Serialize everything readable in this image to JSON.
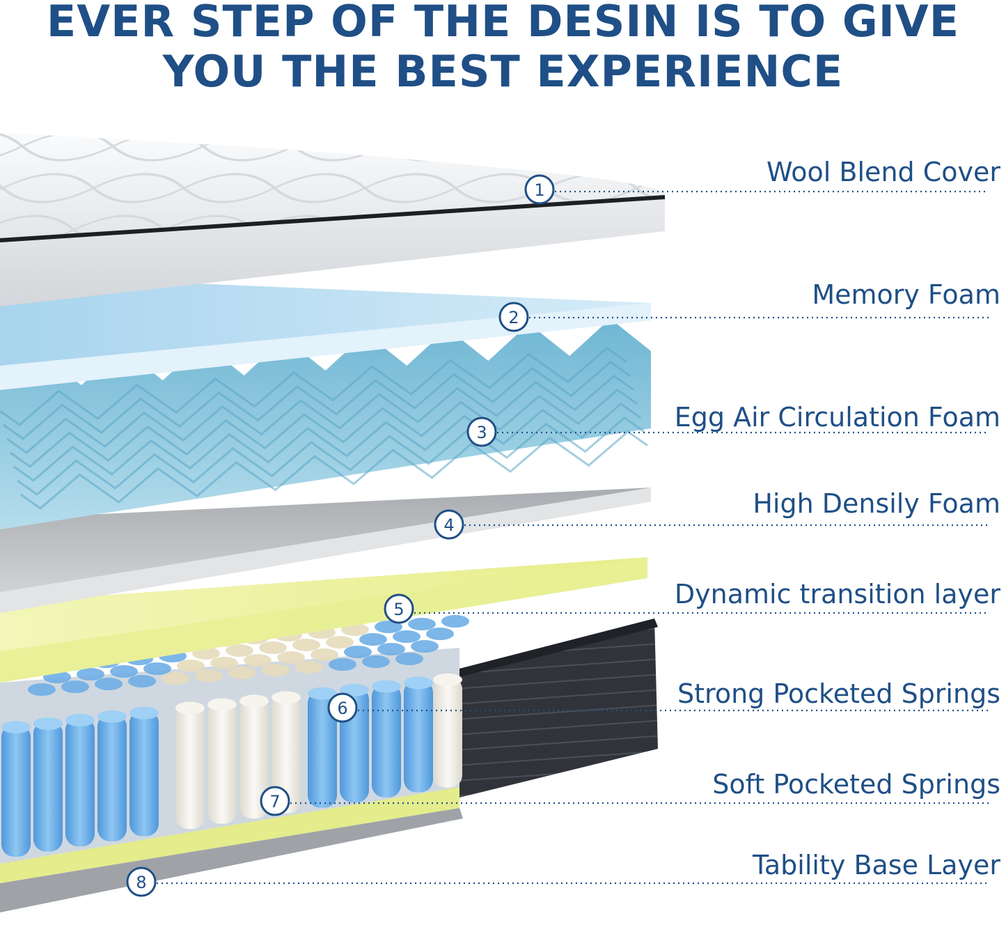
{
  "headline": {
    "line1": "EVER STEP OF THE DESIN IS TO GIVE",
    "line2": "YOU THE BEST EXPERIENCE"
  },
  "colors": {
    "headline": "#1f4f86",
    "label": "#1f4f86",
    "cover": "#eef0f2",
    "memory_foam": "#bfe0f2",
    "egg_foam": "#8ecbe0",
    "high_density": "#c7c9cc",
    "transition": "#eef3a0",
    "spring_blue": "#6aaee8",
    "spring_white": "#f3f1ea",
    "side_panel": "#2f3338",
    "base": "#b9bcc0"
  },
  "layers": [
    {
      "number": "1",
      "name": "Wool Blend Cover",
      "icon": "number-1-circle-icon"
    },
    {
      "number": "2",
      "name": "Memory Foam",
      "icon": "number-2-circle-icon"
    },
    {
      "number": "3",
      "name": "Egg Air Circulation Foam",
      "icon": "number-3-circle-icon"
    },
    {
      "number": "4",
      "name": "High Densily Foam",
      "icon": "number-4-circle-icon"
    },
    {
      "number": "5",
      "name": "Dynamic transition layer",
      "icon": "number-5-circle-icon"
    },
    {
      "number": "6",
      "name": "Strong Pocketed Springs",
      "icon": "number-6-circle-icon"
    },
    {
      "number": "7",
      "name": "Soft Pocketed Springs",
      "icon": "number-7-circle-icon"
    },
    {
      "number": "8",
      "name": "Tability Base Layer",
      "icon": "number-8-circle-icon"
    }
  ]
}
